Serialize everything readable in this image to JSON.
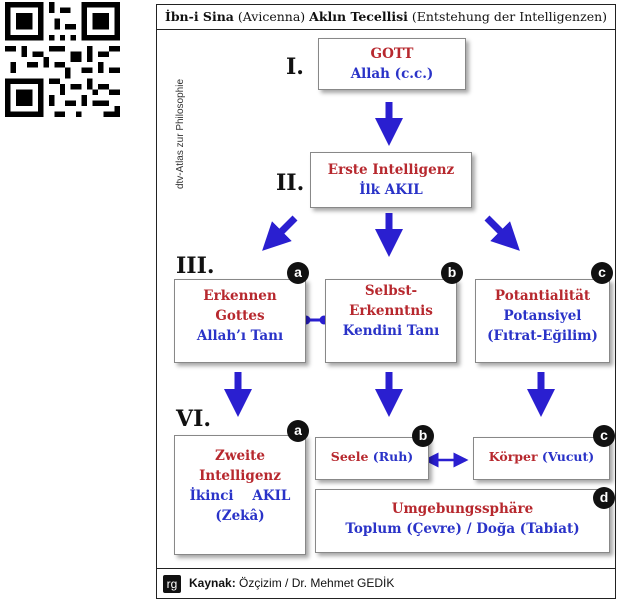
{
  "title": {
    "part1": "İbn-i Sina",
    "part2": "(Avicenna)",
    "part3": "Aklın Tecellisi",
    "part4": "(Entstehung der Intelligenzen)"
  },
  "side_label": "dtv-Atlas zur Philosophie",
  "romans": {
    "r1": "I.",
    "r2": "II.",
    "r3": "III.",
    "r4": "VI."
  },
  "boxes": {
    "gott": {
      "line1": "GOTT",
      "line2": "Allah (c.c.)"
    },
    "erste": {
      "line1": "Erste Intelligenz",
      "line2": "İlk AKIL"
    },
    "a3": {
      "line1": "Erkennen",
      "line2": "Gottes",
      "line3": "Allah’ı Tanı"
    },
    "b3": {
      "line1": "Selbst-",
      "line2": "Erkenntnis",
      "line3": "Kendini Tanı"
    },
    "c3": {
      "line1": "Potantialität",
      "line2": "Potansiyel",
      "line3": "(Fıtrat-Eğilim)"
    },
    "a4": {
      "line1": "Zweite",
      "line2": "Intelligenz",
      "line3a": "İkinci",
      "line3b": "AKIL",
      "line4": "(Zekâ)"
    },
    "b4": {
      "red": "Seele",
      "blue": "(Ruh)"
    },
    "c4": {
      "red": "Körper",
      "blue": "(Vucut)"
    },
    "d4": {
      "line1": "Umgebungssphäre",
      "line2": "Toplum (Çevre) / Doğa (Tabiat)"
    }
  },
  "badges": {
    "a": "a",
    "b": "b",
    "c": "c",
    "d": "d"
  },
  "footer": {
    "logo": "rg",
    "label": "Kaynak:",
    "text": "Özçizim / Dr. Mehmet GEDİK"
  },
  "colors": {
    "red": "#b7282e",
    "blue": "#2a33c8",
    "arrow": "#2a1fd0"
  }
}
